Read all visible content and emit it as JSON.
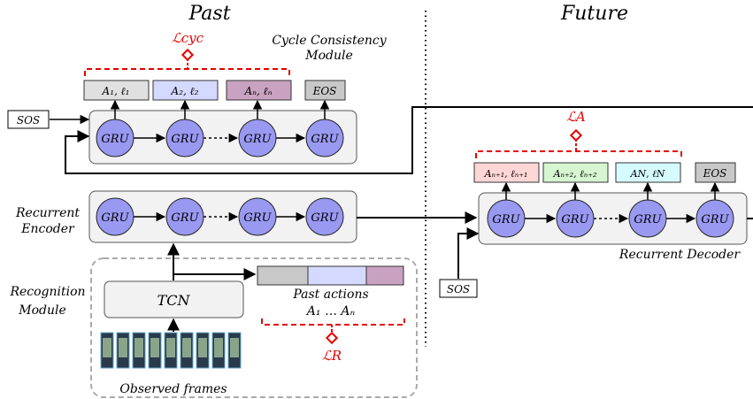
{
  "header": {
    "past": "Past",
    "future": "Future"
  },
  "labels": {
    "cycle_module_line1": "Cycle Consistency",
    "cycle_module_line2": "Module",
    "recurrent_encoder_line1": "Recurrent",
    "recurrent_encoder_line2": "Encoder",
    "recognition_module_line1": "Recognition",
    "recognition_module_line2": "Module",
    "recurrent_decoder": "Recurrent Decoder",
    "observed_frames": "Observed frames",
    "past_actions": "Past actions",
    "past_actions_seq": "A₁ … Aₙ",
    "tcn": "TCN",
    "sos_top": "SOS",
    "sos_bottom": "SOS",
    "gru": "GRU"
  },
  "losses": {
    "cyc": "ℒcyc",
    "a": "ℒA",
    "r": "ℒR"
  },
  "past_outputs": [
    "A₁, ℓ₁",
    "A₂, ℓ₂",
    "Aₙ, ℓₙ",
    "EOS"
  ],
  "future_outputs": [
    "Aₙ₊₁, ℓₙ₊₁",
    "Aₙ₊₂, ℓₙ₊₂",
    "AΝ, ℓΝ",
    "EOS"
  ],
  "colors": {
    "gru": "#9999f2",
    "loss": "#e60000",
    "box_bg": "#f2f2f2",
    "out_gray": "#e0e0e0",
    "out_blue": "#d6d9ff",
    "out_mauve": "#c8a2c0",
    "out_eos": "#c8c8c8",
    "out_pink": "#ffd6d6",
    "out_green": "#d6f5d0",
    "out_cyan": "#d6fbff"
  }
}
